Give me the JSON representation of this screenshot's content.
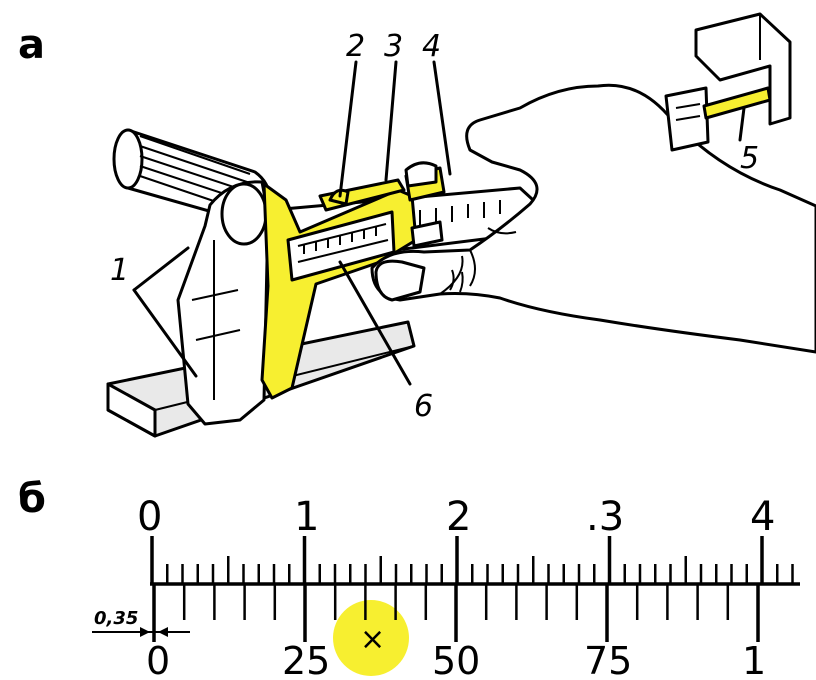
{
  "panel_a": {
    "label": "а",
    "callouts": [
      "1",
      "2",
      "3",
      "4",
      "5",
      "6"
    ]
  },
  "panel_b": {
    "label": "б",
    "main_scale": [
      "0",
      "1",
      "2",
      ".3",
      "4"
    ],
    "vernier_scale": [
      "0",
      "25",
      "50",
      "75",
      "1"
    ],
    "offset_label": "0,35",
    "cursor_mark": "×"
  },
  "colors": {
    "highlight": "#f7ef30",
    "ink": "#000000"
  }
}
